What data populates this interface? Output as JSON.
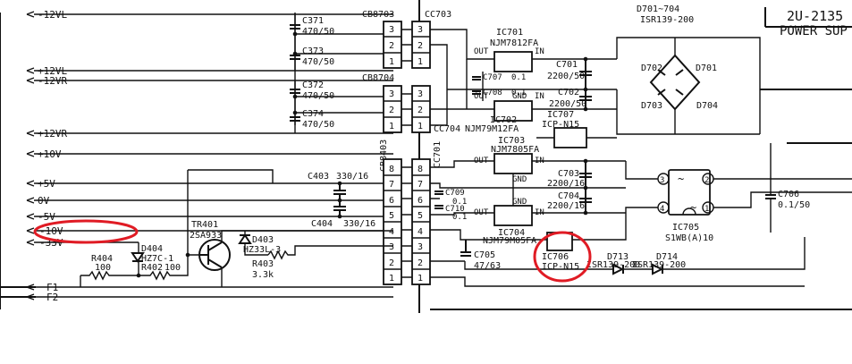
{
  "title": {
    "model": "2U-2135",
    "section": "POWER SUP"
  },
  "rails": [
    "-12VL",
    "+12VL",
    "-12VR",
    "+12VR",
    "+10V",
    "+5V",
    "0V",
    "-5V",
    "-10V",
    "-33V",
    "F1",
    "F2"
  ],
  "connectors": {
    "cb8703": "CB8703",
    "cc703": "CC703",
    "cb8704": "CB8704",
    "cc704": "CC704",
    "cb8403": "CB8403",
    "cc701": "CC701",
    "pins_3": [
      "3",
      "2",
      "1"
    ],
    "pins_8": [
      "8",
      "7",
      "6",
      "5",
      "4",
      "3",
      "2",
      "1"
    ]
  },
  "caps": {
    "c371": {
      "ref": "C371",
      "val": "470/50"
    },
    "c373": {
      "ref": "C373",
      "val": "470/50"
    },
    "c372": {
      "ref": "C372",
      "val": "470/50"
    },
    "c374": {
      "ref": "C374",
      "val": "470/50"
    },
    "c403": {
      "ref": "C403",
      "val": "330/16"
    },
    "c404": {
      "ref": "C404",
      "val": "330/16"
    },
    "c707": {
      "ref": "C707",
      "val": "0.1"
    },
    "c708": {
      "ref": "C708",
      "val": "0.1"
    },
    "c701": {
      "ref": "C701",
      "val": "2200/50"
    },
    "c702": {
      "ref": "C702",
      "val": "2200/50"
    },
    "c709": {
      "ref": "C709",
      "val": "0.1"
    },
    "c710": {
      "ref": "C710",
      "val": "0.1"
    },
    "c703": {
      "ref": "C703",
      "val": "2200/16"
    },
    "c704": {
      "ref": "C704",
      "val": "2200/16"
    },
    "c705": {
      "ref": "C705",
      "val": "47/63"
    },
    "c706": {
      "ref": "C706",
      "val": "0.1/50"
    }
  },
  "ics": {
    "ic701": {
      "ref": "IC701",
      "part": "NJM7812FA"
    },
    "ic702": {
      "ref": "IC702",
      "part": "NJM79M12FA"
    },
    "ic707": {
      "ref": "IC707",
      "part": "ICP-N15"
    },
    "ic703": {
      "ref": "IC703",
      "part": "NJM7805FA"
    },
    "ic704": {
      "ref": "IC704",
      "part": "NJM79M05FA"
    },
    "ic706": {
      "ref": "IC706",
      "part": "ICP-N15"
    },
    "ic705": {
      "ref": "IC705",
      "part": "S1WB(A)10"
    }
  },
  "pins": {
    "out": "OUT",
    "in": "IN",
    "gnd": "GND"
  },
  "diodes": {
    "d701_704": {
      "ref": "D701~704",
      "part": "ISR139-200"
    },
    "d701": "D701",
    "d702": "D702",
    "d703": "D703",
    "d704": "D704",
    "d713": {
      "ref": "D713",
      "part": "ISR139-200"
    },
    "d714": {
      "ref": "D714",
      "part": "ISR139-200"
    },
    "d403": {
      "ref": "D403",
      "part": "HZ33L-3"
    },
    "d404": {
      "ref": "D404",
      "part": "HZ7C-1"
    }
  },
  "transistor": {
    "ref": "TR401",
    "part": "2SA933"
  },
  "resistors": {
    "r404": {
      "ref": "R404",
      "val": "100"
    },
    "r402": {
      "ref": "R402",
      "val": "100"
    },
    "r403": {
      "ref": "R403",
      "val": "3.3k"
    }
  },
  "bridge_pins": {
    "p1": "1",
    "p2": "2",
    "p3": "3",
    "p4": "4",
    "tilde": "~"
  },
  "colors": {
    "ink": "#111111",
    "annotation": "#e01b24",
    "paper": "#ffffff"
  }
}
